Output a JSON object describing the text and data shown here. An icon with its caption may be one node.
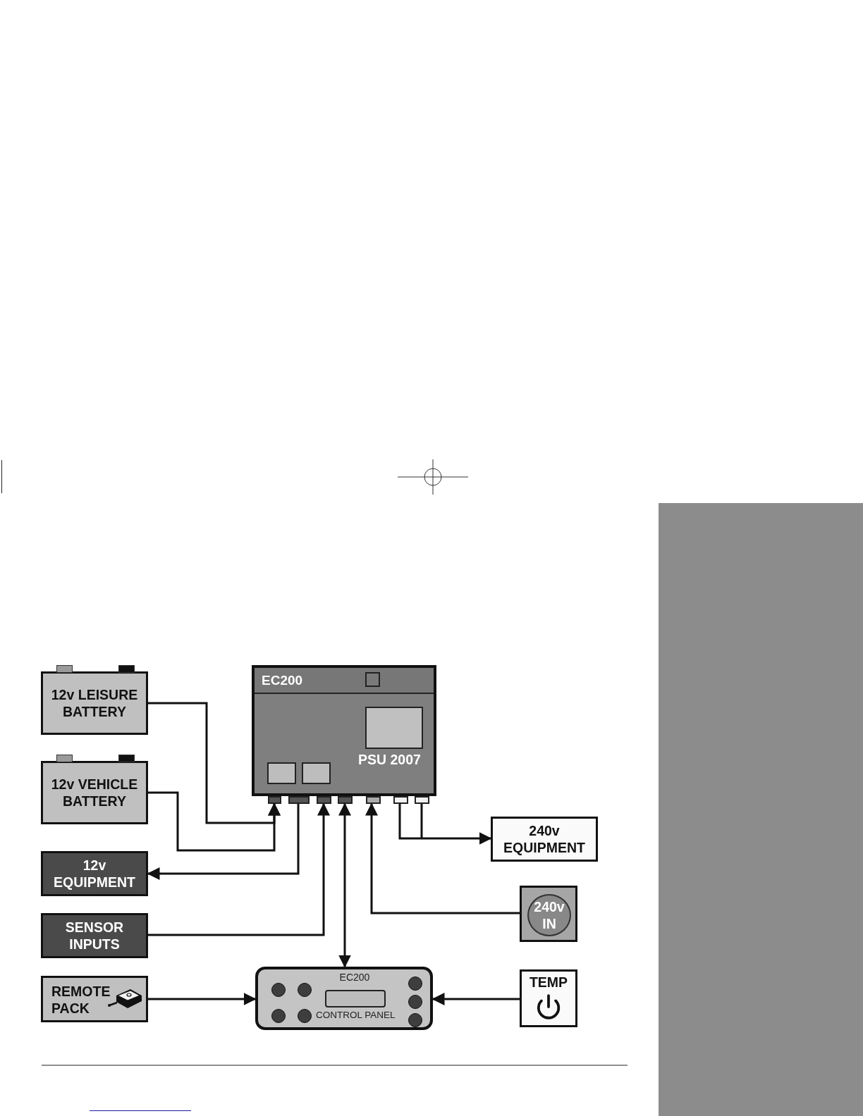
{
  "diagram": {
    "nodes": [
      {
        "text": [
          "EC200",
          "PSU 2007"
        ]
      },
      {
        "text": [
          "12v LEISURE BATTERY"
        ]
      },
      {
        "text": [
          "12v VEHICLE BATTERY"
        ]
      },
      {
        "text": [
          "12v EQUIPMENT"
        ]
      },
      {
        "text": [
          "SENSOR INPUTS"
        ]
      },
      {
        "text": [
          "REMOTE PACK"
        ]
      },
      {
        "text": [
          "EC200",
          "CONTROL PANEL"
        ]
      },
      {
        "text": [
          "240v EQUIPMENT"
        ]
      },
      {
        "text": [
          "240v IN"
        ]
      },
      {
        "text": [
          "TEMP"
        ]
      }
    ],
    "edges": [
      {
        "from": 1,
        "to": 0,
        "arrow": "to"
      },
      {
        "from": 2,
        "to": 0,
        "arrow": "to"
      },
      {
        "from": 0,
        "to": 3,
        "arrow": "to"
      },
      {
        "from": 4,
        "to": 0,
        "arrow": "to"
      },
      {
        "from": 0,
        "to": 6,
        "arrow": "both"
      },
      {
        "from": 8,
        "to": 0,
        "arrow": "to"
      },
      {
        "from": 0,
        "to": 7,
        "arrow": "to"
      },
      {
        "from": 5,
        "to": 6,
        "arrow": "to"
      },
      {
        "from": 9,
        "to": 6,
        "arrow": "to"
      }
    ]
  }
}
